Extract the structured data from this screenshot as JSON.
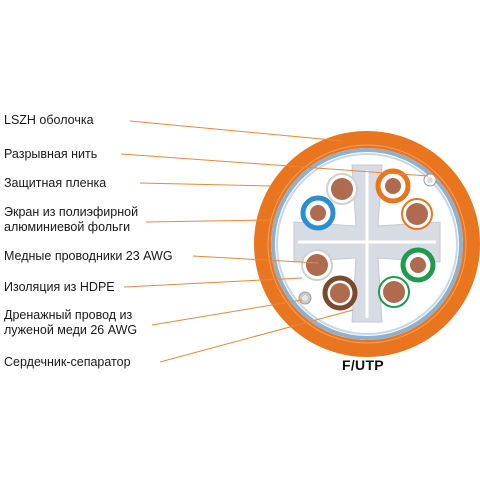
{
  "labels": [
    {
      "id": "lszh-sheath",
      "lines": [
        "LSZH оболочка"
      ]
    },
    {
      "id": "ripcord",
      "lines": [
        "Разрывная нить"
      ]
    },
    {
      "id": "protective-film",
      "lines": [
        "Защитная пленка"
      ]
    },
    {
      "id": "foil-screen",
      "lines": [
        "Экран из полиэфирной",
        "алюминиевой фольги"
      ]
    },
    {
      "id": "copper-conductors",
      "lines": [
        "Медные проводники 23 AWG"
      ]
    },
    {
      "id": "hdpe-insulation",
      "lines": [
        "Изоляция из HDPE"
      ]
    },
    {
      "id": "drain-wire",
      "lines": [
        "Дренажный провод из",
        "луженой меди 26 AWG"
      ]
    },
    {
      "id": "separator",
      "lines": [
        "Сердечник-сепаратор"
      ]
    }
  ],
  "cable_type": "F/UTP",
  "colors": {
    "sheath": "#e9761f",
    "leader": "#e8893c",
    "screen": "#8fb0cf",
    "copper": "#b06a4e",
    "separator": "#d7dbe3",
    "pair_blue": "#2a8fd0",
    "pair_orange": "#e9761f",
    "pair_green": "#1f9a4e",
    "pair_brown": "#7a4a2f"
  }
}
